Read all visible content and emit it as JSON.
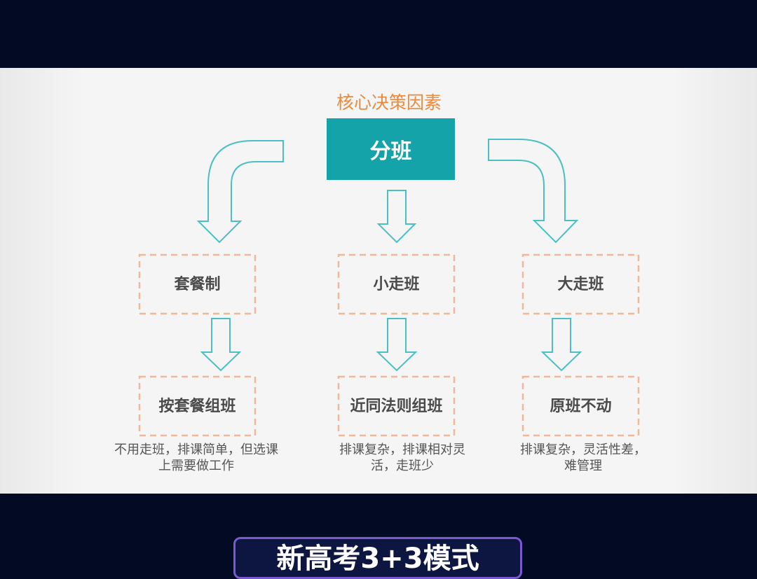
{
  "diagram": {
    "core_label": "核心决策因素",
    "main_box": "分班",
    "colors": {
      "teal": "#14a3a9",
      "orange_text": "#e88a3f",
      "dash_orange": "#f0b896",
      "arrow_outline": "#4bbfc4"
    },
    "columns": [
      {
        "option": "套餐制",
        "result": "按套餐组班",
        "note": "不用走班，排课简单，但选课上需要做工作"
      },
      {
        "option": "小走班",
        "result": "近同法则组班",
        "note": "排课复杂，排课相对灵活，走班少"
      },
      {
        "option": "大走班",
        "result": "原班不动",
        "note": "排课复杂，灵活性差，难管理"
      }
    ]
  },
  "caption": "新高考3+3模式"
}
